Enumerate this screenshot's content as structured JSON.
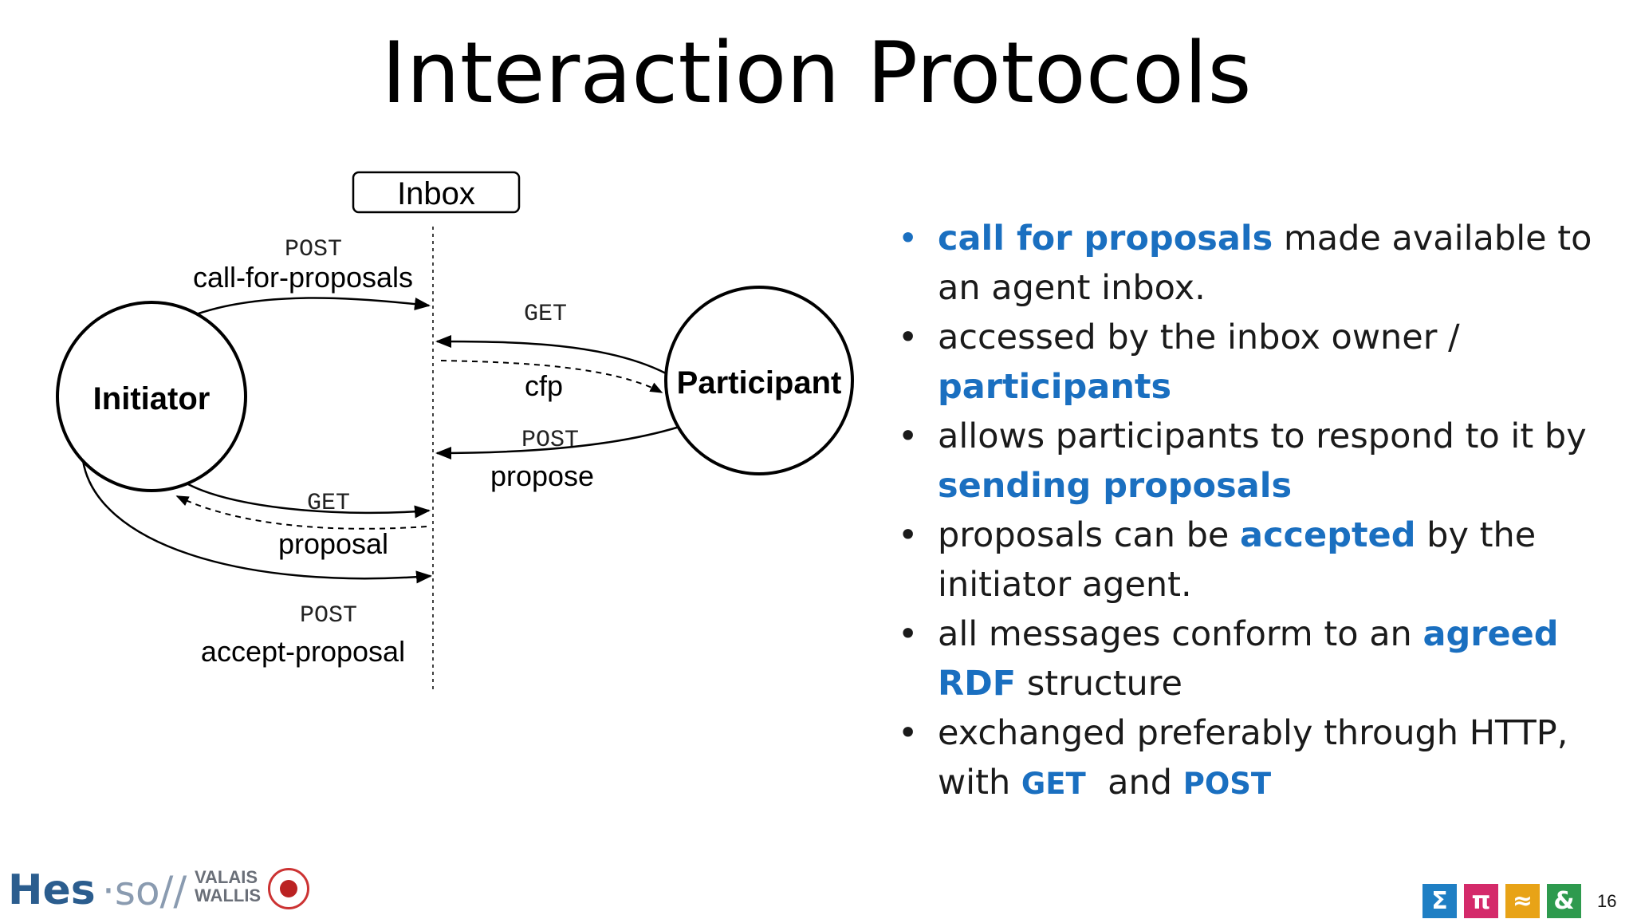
{
  "title": "Interaction Protocols",
  "diagram": {
    "inbox": "Inbox",
    "initiator": "Initiator",
    "participant": "Participant",
    "arrows": [
      {
        "method": "POST",
        "message": "call-for-proposals"
      },
      {
        "method": "GET",
        "message": "cfp"
      },
      {
        "method": "POST",
        "message": "propose"
      },
      {
        "method": "GET",
        "message": "proposal"
      },
      {
        "method": "POST",
        "message": "accept-proposal"
      }
    ]
  },
  "bullets": [
    {
      "parts": [
        {
          "t": "call for proposals",
          "hl": true
        },
        {
          "t": " made available to an agent inbox."
        }
      ]
    },
    {
      "parts": [
        {
          "t": "accessed by the inbox owner / "
        },
        {
          "t": "participants",
          "hl": true
        }
      ]
    },
    {
      "parts": [
        {
          "t": "allows participants to respond to it by "
        },
        {
          "t": "sending proposals",
          "hl": true
        }
      ]
    },
    {
      "parts": [
        {
          "t": "proposals can be "
        },
        {
          "t": "accepted",
          "hl": true
        },
        {
          "t": " by the initiator agent."
        }
      ]
    },
    {
      "parts": [
        {
          "t": "all messages conform to an "
        },
        {
          "t": "agreed RDF",
          "hl": true
        },
        {
          "t": " structure"
        }
      ]
    },
    {
      "parts": [
        {
          "t": "exchanged preferably through HTTP, with "
        },
        {
          "t": "GET",
          "hl": true,
          "small": true
        },
        {
          "t": "  and "
        },
        {
          "t": "POST",
          "hl": true,
          "small": true
        }
      ]
    }
  ],
  "footer": {
    "logo_hes": "Hes",
    "logo_so": "·so//",
    "logo_valais": "VALAIS",
    "logo_wallis": "WALLIS",
    "icons": [
      {
        "name": "sigma-icon",
        "glyph": "Σ",
        "color": "#1f7fc4"
      },
      {
        "name": "pi-icon",
        "glyph": "π",
        "color": "#d42a6a"
      },
      {
        "name": "approx-icon",
        "glyph": "≈",
        "color": "#e8a317"
      },
      {
        "name": "ampersand-icon",
        "glyph": "&",
        "color": "#2e9a4e"
      }
    ],
    "page_number": "16"
  },
  "colors": {
    "accent": "#1a6fc0"
  }
}
